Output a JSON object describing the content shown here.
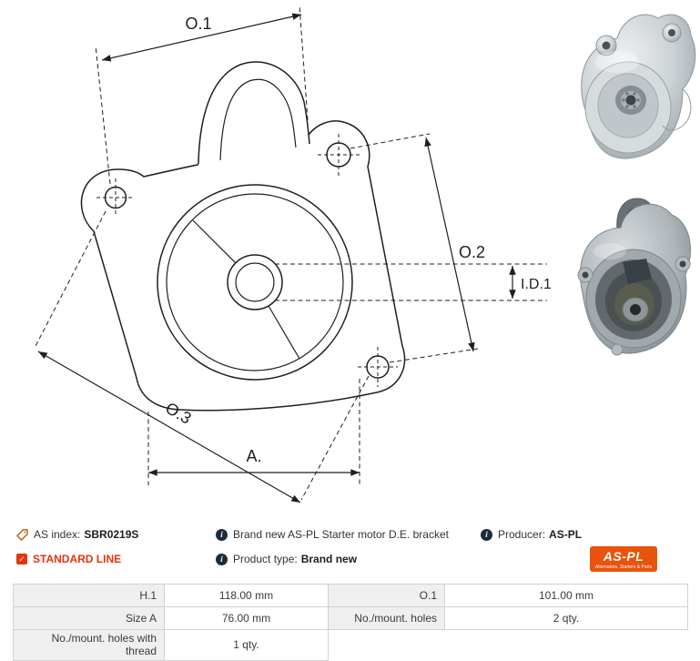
{
  "colors": {
    "accent": "#e8540c",
    "red": "#e5340b",
    "info_badge": "#1c2b39",
    "line": "#1f1f1f"
  },
  "icons": {
    "info": "i",
    "check": "✓"
  },
  "drawing": {
    "labels": {
      "o1": "O.1",
      "o2": "O.2",
      "o3": "O.3",
      "a": "A.",
      "id1": "I.D.1"
    }
  },
  "info": {
    "as_index": {
      "label": "AS index:",
      "value": "SBR0219S"
    },
    "standard_line": "STANDARD LINE",
    "description": "Brand new AS-PL Starter motor D.E. bracket",
    "product_type": {
      "label": "Product type:",
      "value": "Brand new"
    },
    "producer": {
      "label": "Producer:",
      "value": "AS-PL"
    },
    "logo": {
      "text": "AS-PL",
      "tagline": "Alternators, Starters & Parts"
    }
  },
  "specs": {
    "rows": [
      {
        "label1": "H.1",
        "value1": "118.00 mm",
        "label2": "O.1",
        "value2": "101.00 mm"
      },
      {
        "label1": "Size A",
        "value1": "76.00 mm",
        "label2": "No./mount. holes",
        "value2": "2 qty."
      },
      {
        "label1": "No./mount. holes with thread",
        "value1": "1 qty.",
        "label2": "",
        "value2": ""
      }
    ]
  }
}
